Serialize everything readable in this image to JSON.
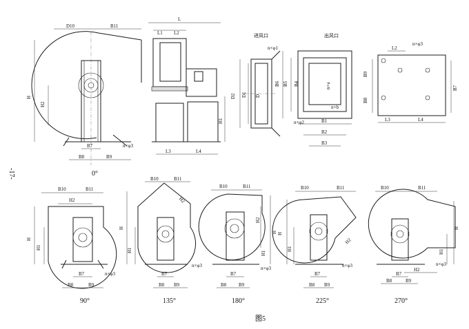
{
  "page_marker": "-17-",
  "figure_caption": "图5",
  "views": {
    "v0": {
      "caption": "0°",
      "labels": {
        "d": "D10",
        "b11": "B11",
        "h": "H",
        "h2": "H2",
        "b7": "B7",
        "b8": "B8",
        "b9": "B9",
        "holes": "n×φ3"
      }
    },
    "side": {
      "labels": {
        "l": "L",
        "l1": "L1",
        "l2": "L2",
        "l3": "L3",
        "l4": "L4",
        "h1": "H1"
      }
    },
    "inlet": {
      "title": "进风口",
      "labels": {
        "holes": "n×φ1",
        "d2": "D2",
        "d1": "D1",
        "d": "D"
      }
    },
    "outlet": {
      "title": "出风口",
      "labels": {
        "b6": "B6",
        "b5": "B5",
        "b4": "B4",
        "nxa": "n×a",
        "nxb": "n×b",
        "holes": "n×φ2",
        "b1": "B1",
        "b2": "B2",
        "b3": "B3"
      }
    },
    "base": {
      "labels": {
        "l2": "L2",
        "holes": "n×φ3",
        "b9": "B9",
        "b8": "B8",
        "b7": "B7",
        "l3": "L3",
        "l4": "L4"
      }
    },
    "v90": {
      "caption": "90°",
      "labels": {
        "b10": "B10",
        "b11": "B11",
        "h2": "H2",
        "h": "H",
        "h1": "H1",
        "b7": "B7",
        "b8": "B8",
        "b9": "B9",
        "holes": "n×φ3"
      }
    },
    "v135": {
      "caption": "135°",
      "labels": {
        "b10": "B10",
        "b11": "B11",
        "h2": "H2",
        "h": "H",
        "h1": "H1",
        "b7": "B7",
        "b8": "B8",
        "b9": "B9",
        "holes": "n×φ3"
      }
    },
    "v180": {
      "caption": "180°",
      "labels": {
        "b10": "B10",
        "b11": "B11",
        "h2": "H2",
        "h": "H",
        "h1": "H1",
        "b7": "B7",
        "b8": "B8",
        "b9": "B9",
        "holes": "n×φ3"
      }
    },
    "v225": {
      "caption": "225°",
      "labels": {
        "b10": "B10",
        "b11": "B11",
        "h": "H",
        "h1": "H1",
        "h2": "H2",
        "b7": "B7",
        "b8": "B8",
        "b9": "B9",
        "holes": "n×φ3"
      }
    },
    "v270": {
      "caption": "270°",
      "labels": {
        "b10": "B10",
        "b11": "B11",
        "h": "H",
        "h1": "H1",
        "b7": "B7",
        "b8": "B8",
        "b9": "B9",
        "h2": "H2",
        "holes": "n×φ3"
      }
    }
  }
}
